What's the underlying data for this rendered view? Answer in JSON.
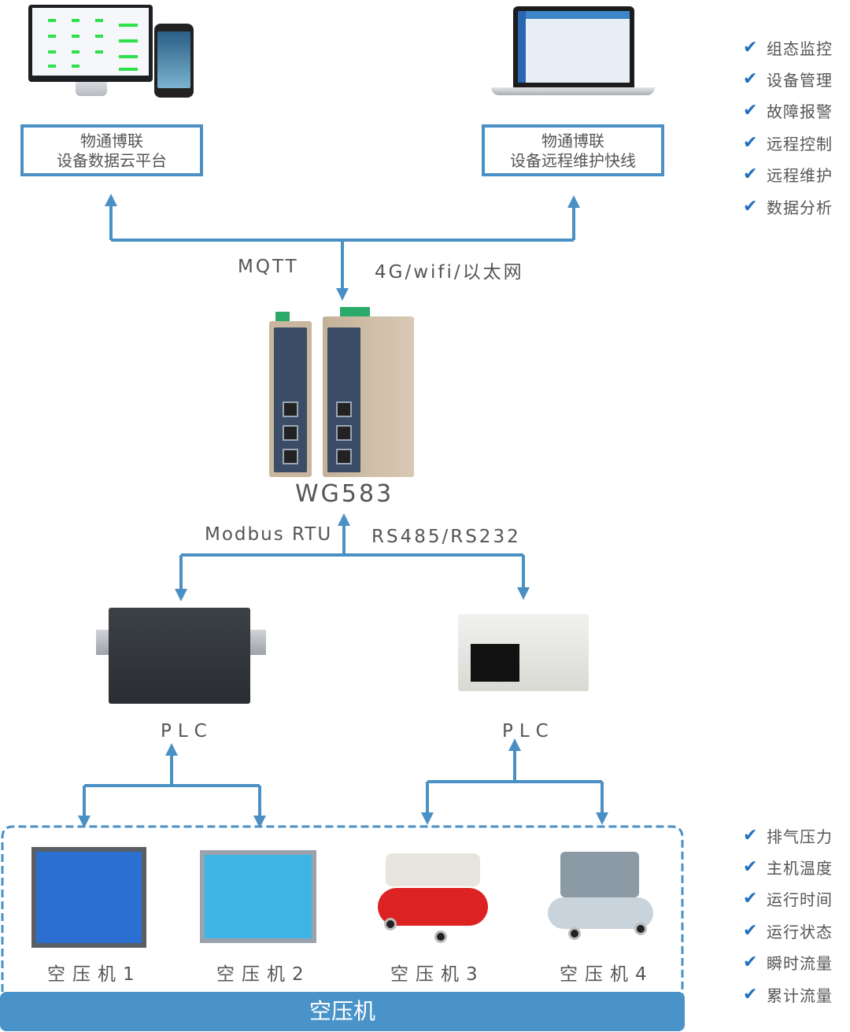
{
  "title": "空压机远程监控系统架构",
  "colors": {
    "accent": "#4a93c8",
    "line": "#4a90c4",
    "check": "#1f6fbf",
    "text": "#555555"
  },
  "top": {
    "cloud_box": {
      "line1": "物通博联",
      "line2": "设备数据云平台"
    },
    "maint_box": {
      "line1": "物通博联",
      "line2": "设备远程维护快线"
    }
  },
  "features": [
    {
      "icon": "check-icon",
      "label": "组态监控"
    },
    {
      "icon": "check-icon",
      "label": "设备管理"
    },
    {
      "icon": "check-icon",
      "label": "故障报警"
    },
    {
      "icon": "check-icon",
      "label": "远程控制"
    },
    {
      "icon": "check-icon",
      "label": "远程维护"
    },
    {
      "icon": "check-icon",
      "label": "数据分析"
    }
  ],
  "upper_link": {
    "protocol": "MQTT",
    "network": "4G/wifi/以太网"
  },
  "gateway": {
    "model": "WG583"
  },
  "lower_link": {
    "protocol": "Modbus RTU",
    "interface": "RS485/RS232"
  },
  "plcs": [
    {
      "label": "PLC"
    },
    {
      "label": "PLC"
    }
  ],
  "compressors": [
    {
      "label": "空压机1"
    },
    {
      "label": "空压机2"
    },
    {
      "label": "空压机3"
    },
    {
      "label": "空压机4"
    }
  ],
  "group_bar": {
    "label": "空压机"
  },
  "metrics": [
    {
      "icon": "check-icon",
      "label": "排气压力"
    },
    {
      "icon": "check-icon",
      "label": "主机温度"
    },
    {
      "icon": "check-icon",
      "label": "运行时间"
    },
    {
      "icon": "check-icon",
      "label": "运行状态"
    },
    {
      "icon": "check-icon",
      "label": "瞬时流量"
    },
    {
      "icon": "check-icon",
      "label": "累计流量"
    }
  ]
}
